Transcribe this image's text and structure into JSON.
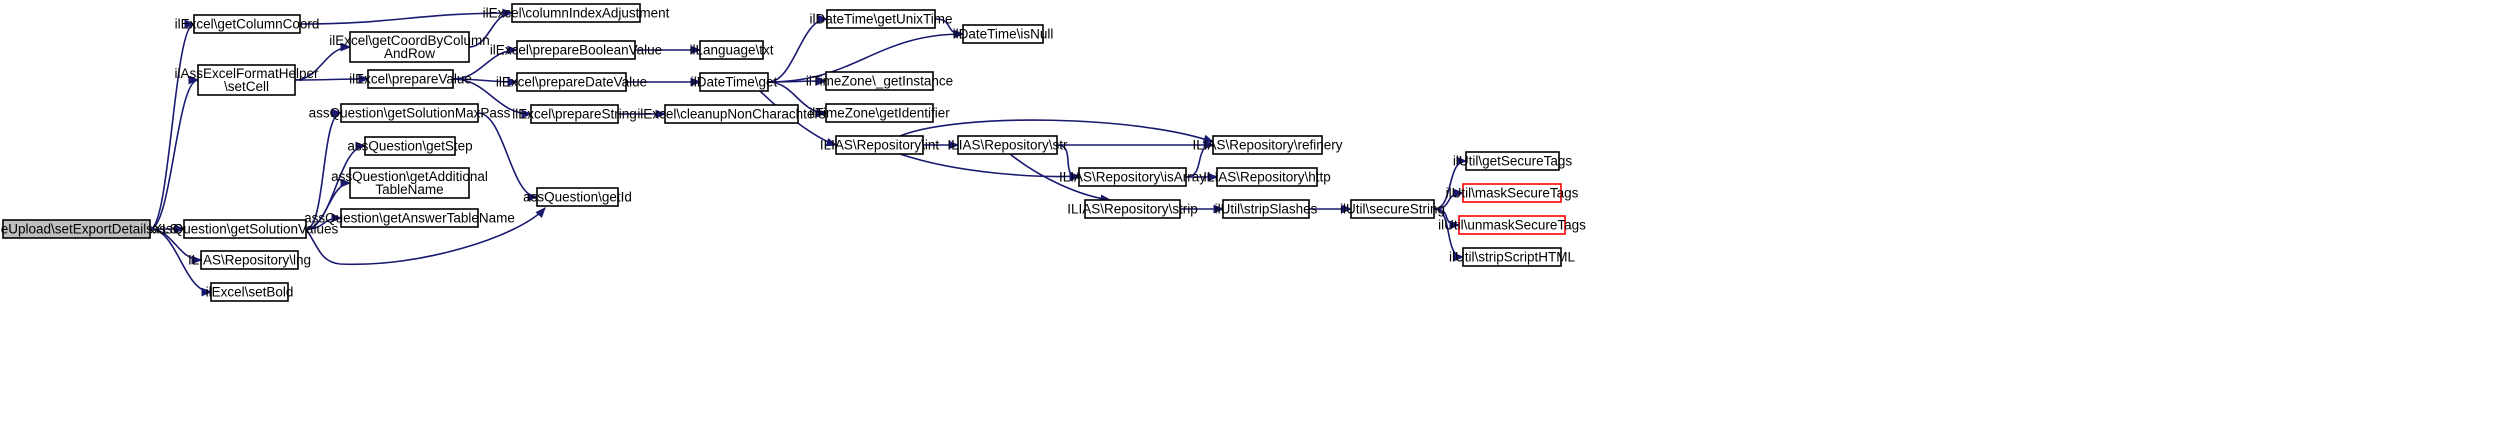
{
  "colors": {
    "edge": "#191970",
    "root_fill": "#bfbfbf",
    "highlight_border": "#ff0000",
    "node_border": "#000000"
  },
  "nodes": [
    {
      "id": "n0",
      "lines": [
        "assFileUpload\\setExportDetailsXLSX"
      ],
      "style": "root"
    },
    {
      "id": "n1",
      "lines": [
        "ilExcel\\getColumnCoord"
      ]
    },
    {
      "id": "n2",
      "lines": [
        "ilExcel\\columnIndexAdjustment"
      ]
    },
    {
      "id": "n3",
      "lines": [
        "ilAssExcelFormatHelper",
        "\\setCell"
      ]
    },
    {
      "id": "n4",
      "lines": [
        "ilExcel\\getCoordByColumn",
        "AndRow"
      ]
    },
    {
      "id": "n5",
      "lines": [
        "ilExcel\\prepareValue"
      ]
    },
    {
      "id": "n6",
      "lines": [
        "ilExcel\\prepareBooleanValue"
      ]
    },
    {
      "id": "n7",
      "lines": [
        "ilLanguage\\txt"
      ]
    },
    {
      "id": "n8",
      "lines": [
        "ilExcel\\prepareDateValue"
      ]
    },
    {
      "id": "n9",
      "lines": [
        "ilDateTime\\get"
      ]
    },
    {
      "id": "n10",
      "lines": [
        "ilDateTime\\getUnixTime"
      ]
    },
    {
      "id": "n11",
      "lines": [
        "ilDateTime\\isNull"
      ]
    },
    {
      "id": "n12",
      "lines": [
        "ilTimeZone\\_getInstance"
      ]
    },
    {
      "id": "n13",
      "lines": [
        "ilTimeZone\\getIdentifier"
      ]
    },
    {
      "id": "n14",
      "lines": [
        "ILIAS\\Repository\\int"
      ]
    },
    {
      "id": "n15",
      "lines": [
        "ilExcel\\prepareString"
      ]
    },
    {
      "id": "n16",
      "lines": [
        "ilExcel\\cleanupNonCharachters"
      ]
    },
    {
      "id": "n17",
      "lines": [
        "assQuestion\\getSolutionValues"
      ]
    },
    {
      "id": "n18",
      "lines": [
        "assQuestion\\getSolutionMaxPass"
      ]
    },
    {
      "id": "n19",
      "lines": [
        "assQuestion\\getStep"
      ]
    },
    {
      "id": "n20",
      "lines": [
        "assQuestion\\getAdditional",
        "TableName"
      ]
    },
    {
      "id": "n21",
      "lines": [
        "assQuestion\\getAnswerTableName"
      ]
    },
    {
      "id": "n22",
      "lines": [
        "assQuestion\\getId"
      ]
    },
    {
      "id": "n23",
      "lines": [
        "ILIAS\\Repository\\lng"
      ]
    },
    {
      "id": "n24",
      "lines": [
        "ilExcel\\setBold"
      ]
    },
    {
      "id": "n25",
      "lines": [
        "ILIAS\\Repository\\str"
      ]
    },
    {
      "id": "n26",
      "lines": [
        "ILIAS\\Repository\\refinery"
      ]
    },
    {
      "id": "n27",
      "lines": [
        "ILIAS\\Repository\\isArray"
      ]
    },
    {
      "id": "n28",
      "lines": [
        "ILIAS\\Repository\\http"
      ]
    },
    {
      "id": "n29",
      "lines": [
        "ILIAS\\Repository\\strip"
      ]
    },
    {
      "id": "n30",
      "lines": [
        "ilUtil\\stripSlashes"
      ]
    },
    {
      "id": "n31",
      "lines": [
        "ilUtil\\secureString"
      ]
    },
    {
      "id": "n32",
      "lines": [
        "ilUtil\\getSecureTags"
      ]
    },
    {
      "id": "n33",
      "lines": [
        "ilUtil\\maskSecureTags"
      ],
      "style": "red"
    },
    {
      "id": "n34",
      "lines": [
        "ilUtil\\unmaskSecureTags"
      ],
      "style": "red"
    },
    {
      "id": "n35",
      "lines": [
        "ilUtil\\stripScriptHTML"
      ]
    }
  ],
  "edges": [
    {
      "from": "n0",
      "to": "n1"
    },
    {
      "from": "n0",
      "to": "n3"
    },
    {
      "from": "n0",
      "to": "n17"
    },
    {
      "from": "n0",
      "to": "n23"
    },
    {
      "from": "n0",
      "to": "n24"
    },
    {
      "from": "n1",
      "to": "n2"
    },
    {
      "from": "n3",
      "to": "n4"
    },
    {
      "from": "n3",
      "to": "n5"
    },
    {
      "from": "n4",
      "to": "n2"
    },
    {
      "from": "n5",
      "to": "n6"
    },
    {
      "from": "n5",
      "to": "n8"
    },
    {
      "from": "n5",
      "to": "n15"
    },
    {
      "from": "n6",
      "to": "n7"
    },
    {
      "from": "n8",
      "to": "n9"
    },
    {
      "from": "n9",
      "to": "n10"
    },
    {
      "from": "n9",
      "to": "n11"
    },
    {
      "from": "n9",
      "to": "n12"
    },
    {
      "from": "n9",
      "to": "n13"
    },
    {
      "from": "n9",
      "to": "n14"
    },
    {
      "from": "n10",
      "to": "n11"
    },
    {
      "from": "n14",
      "to": "n25"
    },
    {
      "from": "n14",
      "to": "n26"
    },
    {
      "from": "n14",
      "to": "n27"
    },
    {
      "from": "n15",
      "to": "n16"
    },
    {
      "from": "n17",
      "to": "n18"
    },
    {
      "from": "n17",
      "to": "n19"
    },
    {
      "from": "n17",
      "to": "n20"
    },
    {
      "from": "n17",
      "to": "n21"
    },
    {
      "from": "n17",
      "to": "n22"
    },
    {
      "from": "n18",
      "to": "n22"
    },
    {
      "from": "n25",
      "to": "n26"
    },
    {
      "from": "n25",
      "to": "n27"
    },
    {
      "from": "n25",
      "to": "n29"
    },
    {
      "from": "n27",
      "to": "n26"
    },
    {
      "from": "n27",
      "to": "n28"
    },
    {
      "from": "n29",
      "to": "n30"
    },
    {
      "from": "n30",
      "to": "n31"
    },
    {
      "from": "n31",
      "to": "n32"
    },
    {
      "from": "n31",
      "to": "n33"
    },
    {
      "from": "n31",
      "to": "n34"
    },
    {
      "from": "n31",
      "to": "n35"
    }
  ]
}
